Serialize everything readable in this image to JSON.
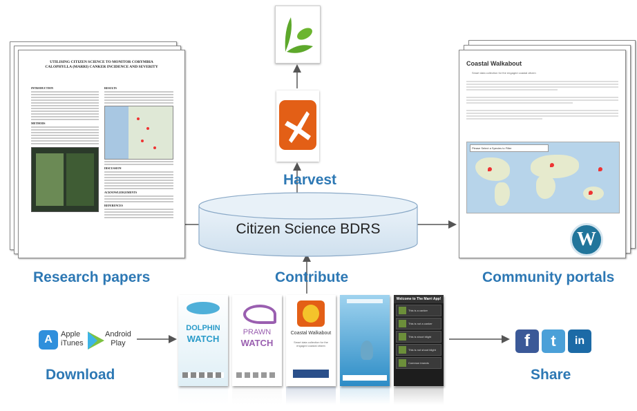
{
  "center": {
    "cylinder_label": "Citizen Science BDRS"
  },
  "labels": {
    "harvest": "Harvest",
    "contribute": "Contribute",
    "research_papers": "Research papers",
    "community_portals": "Community portals",
    "download": "Download",
    "share": "Share"
  },
  "paper": {
    "title": "UTILISING CITIZEN SCIENCE TO MONITOR CORYMBIA CALOPHYLLA (MARRI) CANKER INCIDENCE AND SEVERITY",
    "sections": [
      "INTRODUCTION",
      "METHODS",
      "RESULTS",
      "DISCUSSION",
      "ACKNOWLEDGEMENTS",
      "REFERENCES"
    ]
  },
  "portal": {
    "title": "Coastal Walkabout",
    "subtitle": "Smart data collection for the engaged coastal citizen",
    "map_select": "Please Select a Species to Filter"
  },
  "stores": {
    "apple": "Apple\niTunes",
    "android": "Android\nPlay"
  },
  "apps": {
    "dolphin": {
      "line1": "DOLPHIN",
      "line2": "WATCH"
    },
    "prawn": {
      "line1": "PRAWN",
      "line2": "WATCH"
    },
    "coastal": {
      "title": "Coastal Walkabout",
      "tagline": "Smart data collection for the engaged coastal citizen"
    },
    "marri": {
      "header": "Welcome to The Marri App!",
      "rows": [
        "This is a canker",
        "This is not a canker",
        "This is shoot blight",
        "This is not shoot blight",
        "Common insects"
      ]
    }
  },
  "social": [
    "f",
    "t",
    "in"
  ],
  "colors": {
    "label_blue": "#2d78b4",
    "cylinder": "#dbe8f3",
    "arrow": "#555555",
    "harvest_orange": "#e35f16",
    "leaf_green": "#5da82b",
    "facebook": "#3b5998",
    "twitter": "#4ba0d8",
    "linkedin": "#1c6aa6",
    "wordpress": "#21759b"
  },
  "icons": [
    "leaf-logo-icon",
    "harvest-bird-icon",
    "wordpress-icon",
    "app-store-icon",
    "play-store-icon",
    "facebook-icon",
    "twitter-icon",
    "linkedin-icon"
  ]
}
